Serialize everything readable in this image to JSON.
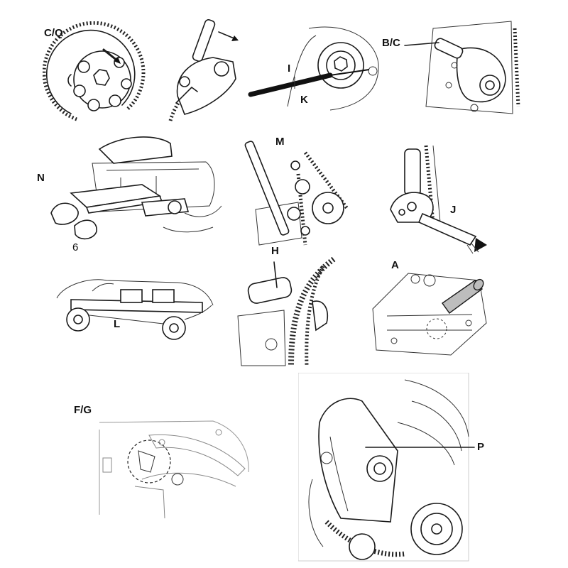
{
  "labels": {
    "cq": "C/Q",
    "i": "I",
    "k": "K",
    "bc": "B/C",
    "n": "N",
    "m": "M",
    "j": "J",
    "h": "H",
    "a": "A",
    "l": "L",
    "fg": "F/G",
    "p": "P",
    "six": "6"
  }
}
